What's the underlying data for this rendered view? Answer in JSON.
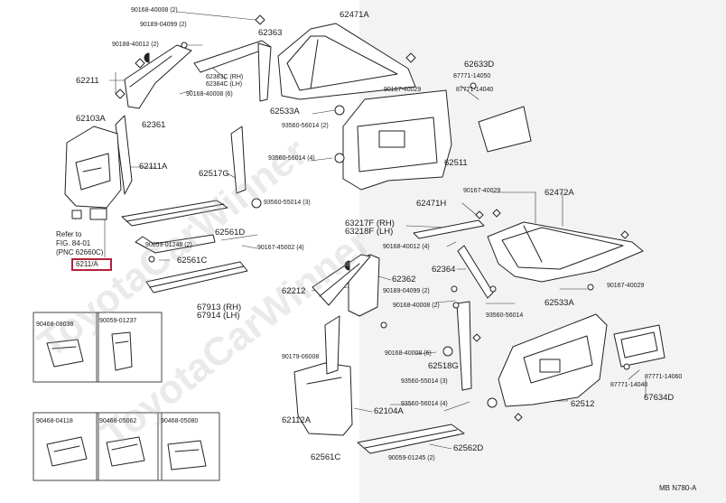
{
  "diagram_id": "MB N780-A",
  "reference_note": "Refer to\nFIG. 84-01\n(PNC 62660C)",
  "highlight_part": "6211/A",
  "watermark": "ToyotaCarWinner",
  "inset_labels": [
    "90468-08038",
    "90059-01237",
    "90468-04118",
    "90468-05062",
    "90468-05080"
  ],
  "labels": {
    "p90168_40008": "90168-40008 (2)",
    "p90189_04099_top": "90189-04099 (2)",
    "p62471A": "62471A",
    "p90188_40012": "90188-40012 (2)",
    "p62363": "62363",
    "p62211": "62211",
    "p62383C": "62383C (RH)",
    "p62384C": "62384C (LH)",
    "p90168_40008_6": "90168-40008 (6)",
    "p62103A": "62103A",
    "p62361": "62361",
    "p62111A": "62111A",
    "p62533A_top": "62533A",
    "p93560_56014_2": "93560-56014 (2)",
    "p90167_40029_top": "90167-40029",
    "p62633D": "62633D",
    "p87771_14050_top": "87771-14050",
    "p87771_14040_top": "87771-14040",
    "p93560_56014_4": "93560-56014 (4)",
    "p62511": "62511",
    "p62517G": "62517G",
    "p93560_55014_3": "93560-55014 (3)",
    "p62561D": "62561D",
    "p90059_01248": "90059-01248 (2)",
    "p90167_45002": "90167-45002 (4)",
    "p62561C": "62561C",
    "p67913": "67913 (RH)",
    "p67914": "67914 (LH)",
    "p62471H": "62471H",
    "p90167_40029_mid": "90167-40029",
    "p62472A": "62472A",
    "p63217F": "63217F (RH)",
    "p63218F": "63218F (LH)",
    "p90168_40012": "90168-40012 (4)",
    "p62364": "62364",
    "p62212": "62212",
    "p62362": "62362",
    "p90189_04099_mid": "90189-04099 (2)",
    "p90167_40029_right": "90167-40029",
    "p62533A_mid": "62533A",
    "p90168_40008_2": "90168-40008 (2)",
    "p93560_56014_mid": "93560-56014",
    "p90179_06008": "90179-06008",
    "p90168_40008_mid": "90168-40008 (6)",
    "p62518G": "62518G",
    "p93560_55014_3b": "93560-55014 (3)",
    "p87771_14060": "87771-14060",
    "p87771_14040_bot": "87771-14040",
    "p67634D": "67634D",
    "p93560_56014_4b": "93560-56014 (4)",
    "p62512": "62512",
    "p62112A": "62112A",
    "p62104A": "62104A",
    "p62562D": "62562D",
    "p62561C_bot": "62561C",
    "p90059_01245": "90059-01245 (2)"
  }
}
